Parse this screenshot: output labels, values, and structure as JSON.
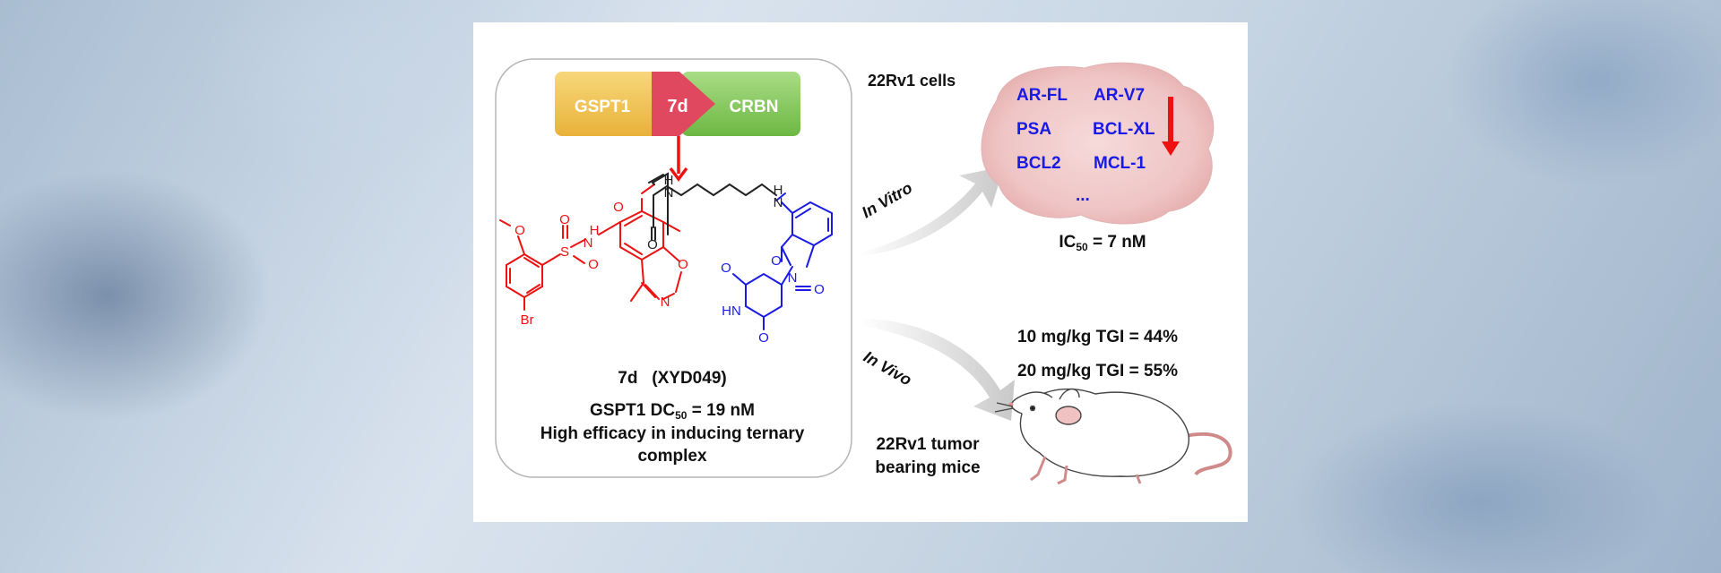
{
  "complex_bar": {
    "left": "GSPT1",
    "middle": "7d",
    "right": "CRBN"
  },
  "compound": {
    "name": "7d   (XYD049)",
    "dc50_pre": "GSPT1 DC",
    "dc50_sub": "50",
    "dc50_post": " = 19 nM",
    "efficacy_line1": "High efficacy in inducing ternary",
    "efficacy_line2": "complex"
  },
  "structure_atoms": {
    "n": "N",
    "h": "H",
    "o": "O",
    "s": "S",
    "br": "Br",
    "hn": "HN"
  },
  "in_vitro": {
    "label": "In Vitro",
    "cell_line": "22Rv1 cells",
    "markers": [
      "AR-FL",
      "AR-V7",
      "PSA",
      "BCL-XL",
      "BCL2",
      "MCL-1",
      "..."
    ],
    "ic50_pre": "IC",
    "ic50_sub": "50",
    "ic50_post": " = 7 nM"
  },
  "in_vivo": {
    "label": "In Vivo",
    "tgi_lines": [
      "10 mg/kg TGI = 44%",
      "20 mg/kg TGI = 55%"
    ],
    "model_line1": "22Rv1 tumor",
    "model_line2": "bearing mice"
  },
  "colors": {
    "red": "#ee1111",
    "blue": "#1a1ae6",
    "marker_blue": "#1a1ae6",
    "gold": "#f2c14e",
    "green": "#86c65a",
    "pink": "#e0485f"
  }
}
